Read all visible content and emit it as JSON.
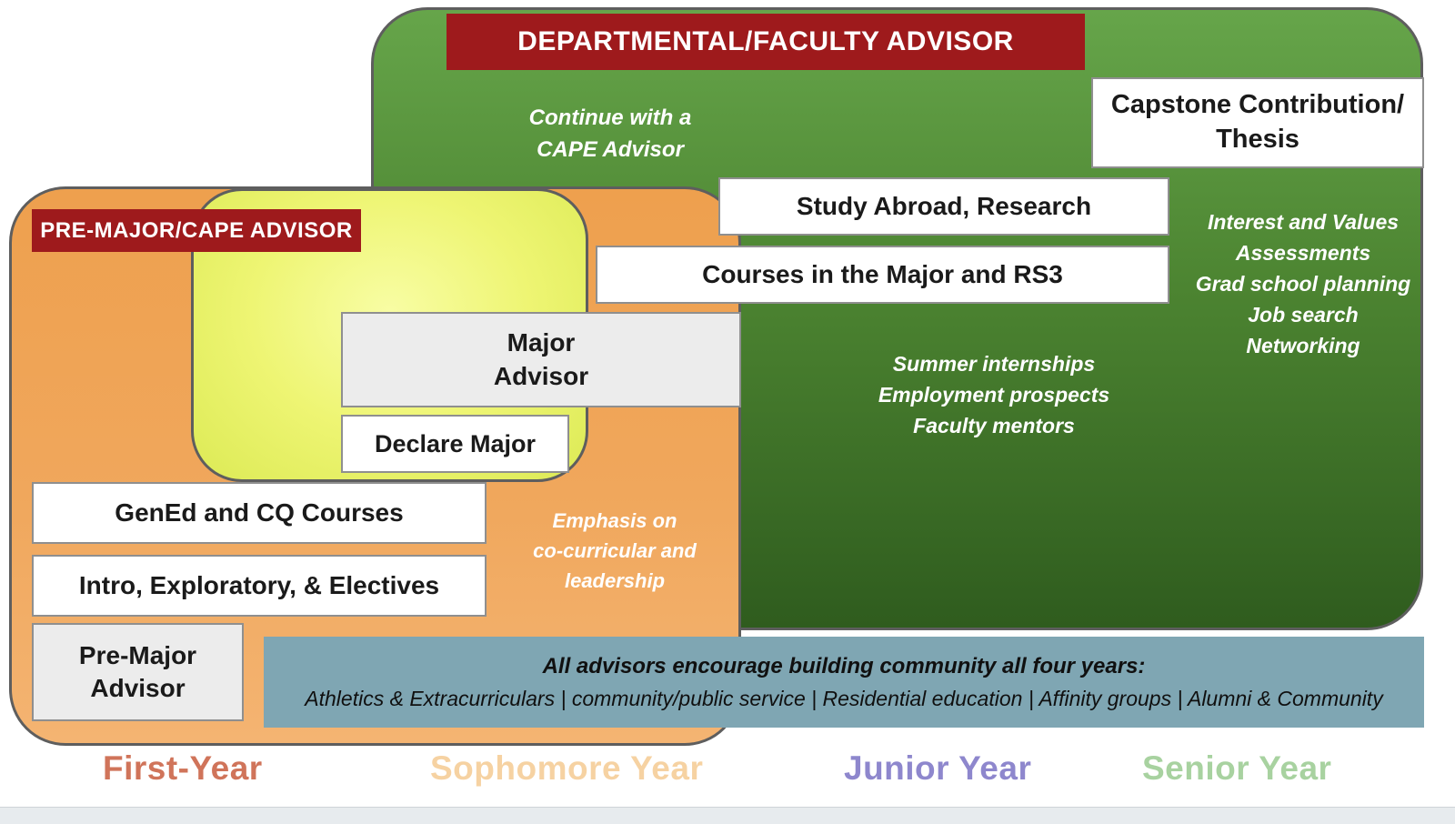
{
  "departmental_panel": {
    "title": "DEPARTMENTAL/FACULTY ADVISOR",
    "continue_note": "Continue with a\nCAPE Advisor",
    "capstone_box": "Capstone Contribution/\nThesis",
    "study_abroad_box": "Study Abroad, Research",
    "courses_box": "Courses in the Major and RS3",
    "interest_note": "Interest and Values\nAssessments\nGrad  school planning\nJob search\nNetworking",
    "summer_note": "Summer internships\nEmployment prospects\nFaculty mentors"
  },
  "premajor_panel": {
    "title": "PRE-MAJOR/CAPE ADVISOR",
    "major_advisor_box": "Major\nAdvisor",
    "declare_major_box": "Declare Major",
    "gened_box": "GenEd and CQ Courses",
    "intro_box": "Intro, Exploratory,  & Electives",
    "premajor_advisor_box": "Pre-Major\nAdvisor",
    "emphasis_note": "Emphasis on\nco-curricular and\nleadership"
  },
  "community_bar": {
    "line1": "All advisors encourage building community all four years:",
    "line2": "Athletics & Extracurriculars  | community/public service | Residential education | Affinity groups | Alumni & Community"
  },
  "timeline": {
    "first_year": "First-Year",
    "sophomore_year": "Sophomore Year",
    "junior_year": "Junior Year",
    "senior_year": "Senior Year"
  },
  "colors": {
    "header_red": "#9e1a1c",
    "green_top": "#66a54a",
    "green_bottom": "#2f5c1e",
    "orange": "#efa352",
    "yellow": "#eef573",
    "community_blue": "#7fa6b3",
    "box_gray": "#ececec",
    "first_year_label": "#d0745a",
    "sophomore_year_label": "#f6d2a2",
    "junior_year_label": "#8e87cd",
    "senior_year_label": "#a8d2a0"
  }
}
